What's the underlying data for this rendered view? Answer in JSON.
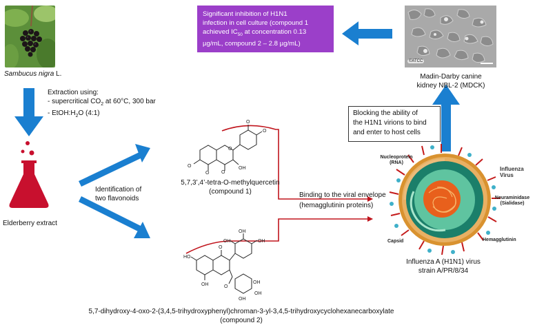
{
  "plant": {
    "name_italic": "Sambucus nigra",
    "name_suffix": " L."
  },
  "extraction": {
    "heading": "Extraction using:",
    "line1_a": "- supercritical CO",
    "line1_sub": "2",
    "line1_b": " at 60°C, 300 bar",
    "line2_a": "- EtOH:H",
    "line2_sub": "2",
    "line2_b": "O (4:1)"
  },
  "extract_label": "Elderberry extract",
  "identification": {
    "line1": "Identification of",
    "line2": "two flavonoids"
  },
  "compound1": {
    "line1": "5,7,3’,4’-tetra-O-methylquercetin",
    "line2": "(compound 1)"
  },
  "compound2": {
    "line1": "5,7-dihydroxy-4-oxo-2-(3,4,5-trihydroxyphenyl)chroman-3-yl-3,4,5-trihydroxycyclohexanecarboxylate",
    "line2": "(compound 2)"
  },
  "binding": {
    "line1": "Binding to the viral envelope",
    "line2": "(hemagglutinin proteins)"
  },
  "virus_caption": {
    "line1": "Influenza A (H1N1) virus",
    "line2": "strain A/PR/8/34"
  },
  "virus_labels": {
    "nucleoprotein": "Nucleoprotein",
    "rna": "(RNA)",
    "title1": "Influenza",
    "title2": "Virus",
    "neuraminidase": "Neuraminidase",
    "sialidase": "(Sialidase)",
    "capsid": "Capsid",
    "hemagglutinin": "Hemagglutinin"
  },
  "blocking": {
    "line1": "Blocking the ability of",
    "line2": "the H1N1 virions to bind",
    "line3": "and enter to host cells"
  },
  "cell_line": {
    "line1": "Madin-Darby canine",
    "line2": "kidney NBL-2 (MDCK)",
    "watermark": "©ATCC"
  },
  "result": {
    "line1": "Significant inhibition of H1N1",
    "line2": "infection in cell culture (compound 1",
    "line3_a": "achieved IC",
    "line3_sub": "50",
    "line3_b": " at concentration 0.13",
    "line4": "µg/mL, compound 2 – 2.8 µg/mL)"
  },
  "colors": {
    "arrow_blue": "#1a7fd0",
    "connector_red": "#c0141c",
    "result_box": "#9b3fc9",
    "flask_red": "#c8102e"
  }
}
